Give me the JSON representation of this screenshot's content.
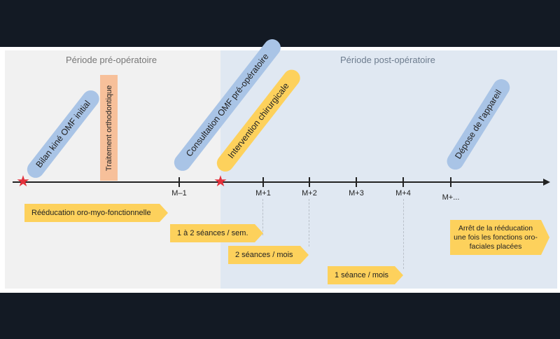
{
  "periods": {
    "pre": "Période pré-opératoire",
    "post": "Période post-opératoire"
  },
  "milestones": {
    "bilan": "Bilan kiné OMF initial",
    "orthodontic": "Traitement orthodontique",
    "consultation": "Consultation OMF pré-opératoire",
    "intervention": "Intervention chirurgicale",
    "depose": "Dépose de l'appareil"
  },
  "ticks": [
    "M–1",
    "M+1",
    "M+2",
    "M+3",
    "M+4",
    "M+..."
  ],
  "sessions": {
    "reeducation": "Rééducation oro-myo-fonctionnelle",
    "s1": "1 à 2 séances / sem.",
    "s2": "2 séances / mois",
    "s3": "1 séance / mois",
    "end": "Arrêt de la rééducation une fois les fonctions oro-faciales placées"
  },
  "colors": {
    "blue_pill": "#a9c4e6",
    "yellow": "#fdd15c",
    "orange": "#f7c09a",
    "star": "#e3313b"
  }
}
